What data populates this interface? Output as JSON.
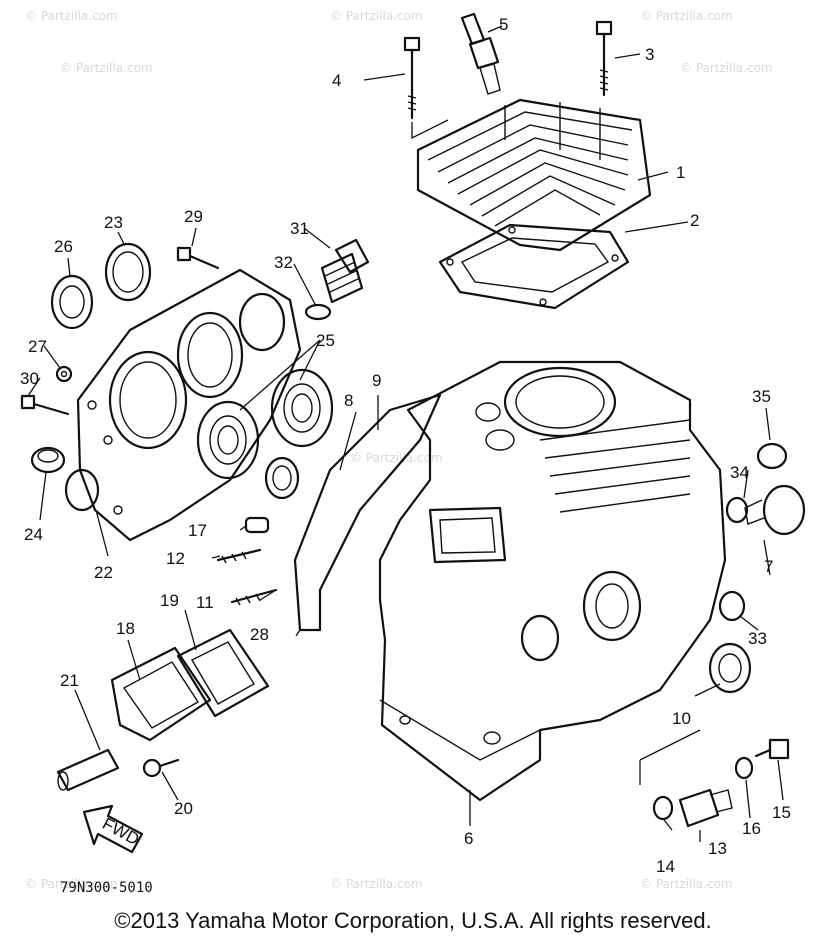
{
  "watermark": "© Partzilla.com",
  "diagram_code": "79N300-5010",
  "fwd_label": "FWD",
  "copyright": "©2013  Yamaha Motor Corporation, U.S.A. All rights reserved.",
  "callouts": [
    "1",
    "2",
    "3",
    "4",
    "5",
    "6",
    "7",
    "8",
    "9",
    "10",
    "11",
    "12",
    "13",
    "14",
    "15",
    "16",
    "17",
    "18",
    "19",
    "20",
    "21",
    "22",
    "23",
    "24",
    "25",
    "26",
    "27",
    "28",
    "29",
    "30",
    "31",
    "32",
    "33",
    "34",
    "35"
  ]
}
